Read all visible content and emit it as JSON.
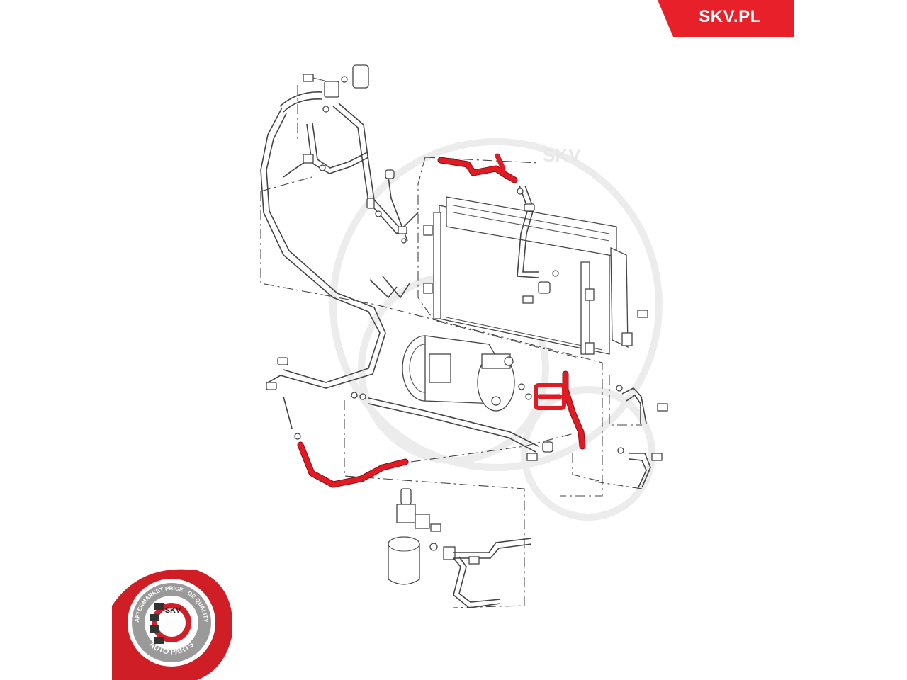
{
  "brand": {
    "banner_label": "SKV.PL",
    "banner_color": "#e8202a",
    "watermark_text": "SKV",
    "badge": {
      "ring_text_top": "AFTERMARKET PRICE · OE QUALITY",
      "ring_text_bottom": "AUTO PARTS",
      "center_label": "SKV",
      "ring_color": "#e0202a",
      "icon": "gear-wrench-logo-icon"
    }
  },
  "diagram": {
    "highlight_color": "#e01b24",
    "line_color": "#444444",
    "parts": [
      "condenser-icon",
      "compressor-icon",
      "receiver-drier-icon",
      "pressure-switch-icon",
      "ac-hose-icon",
      "bolt-icon",
      "o-ring-icon"
    ]
  }
}
